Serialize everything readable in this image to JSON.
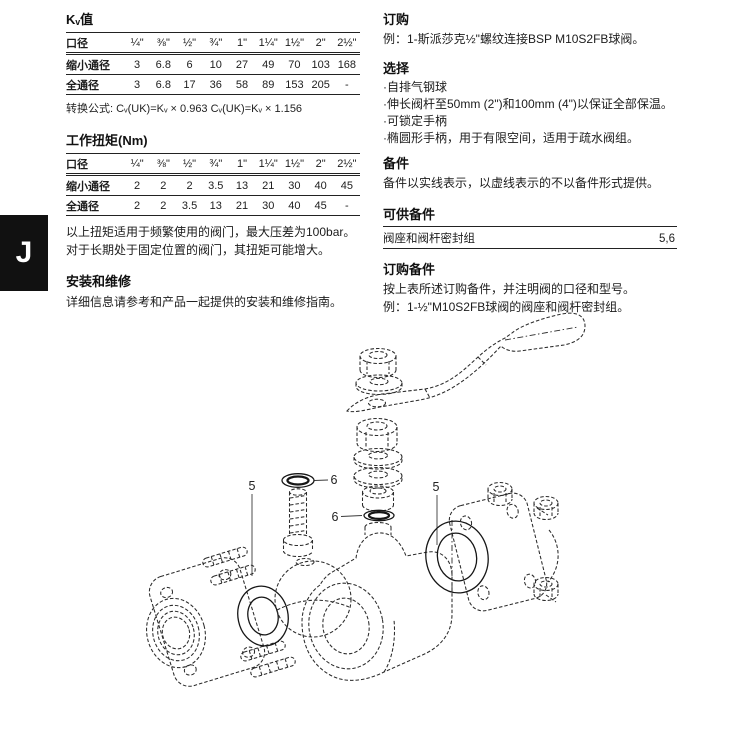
{
  "theme": {
    "page_bg": "#ffffff",
    "text": "#1c1c1c",
    "rule": "#222222",
    "tab_bg": "#111111",
    "tab_fg": "#ffffff"
  },
  "tab": {
    "letter": "J"
  },
  "left_column": {
    "kv_table": {
      "title": "Kᵥ值",
      "header_label": "口径",
      "sizes": [
        "¼\"",
        "⅜\"",
        "½\"",
        "¾\"",
        "1\"",
        "1¼\"",
        "1½\"",
        "2\"",
        "2½\""
      ],
      "rows": [
        {
          "label": "缩小通径",
          "values": [
            "3",
            "6.8",
            "6",
            "10",
            "27",
            "49",
            "70",
            "103",
            "168"
          ]
        },
        {
          "label": "全通径",
          "values": [
            "3",
            "6.8",
            "17",
            "36",
            "58",
            "89",
            "153",
            "205",
            "-"
          ]
        }
      ],
      "formula": "转换公式: Cᵥ(UK)=Kᵥ × 0.963   Cᵥ(UK)=Kᵥ × 1.156"
    },
    "torque_table": {
      "title": "工作扭矩(Nm)",
      "header_label": "口径",
      "sizes": [
        "¼\"",
        "⅜\"",
        "½\"",
        "¾\"",
        "1\"",
        "1¼\"",
        "1½\"",
        "2\"",
        "2½\""
      ],
      "rows": [
        {
          "label": "缩小通径",
          "values": [
            "2",
            "2",
            "2",
            "3.5",
            "13",
            "21",
            "30",
            "40",
            "45"
          ]
        },
        {
          "label": "全通径",
          "values": [
            "2",
            "2",
            "3.5",
            "13",
            "21",
            "30",
            "40",
            "45",
            "-"
          ]
        }
      ]
    },
    "torque_note_line1": "以上扭矩适用于频繁使用的阀门，最大压差为100bar。",
    "torque_note_line2": "对于长期处于固定位置的阀门，其扭矩可能增大。",
    "install_heading": "安装和维修",
    "install_text": "详细信息请参考和产品一起提供的安装和维修指南。"
  },
  "right_column": {
    "order": {
      "heading": "订购",
      "example": "例：1-斯派莎克½\"螺纹连接BSP M10S2FB球阀。"
    },
    "options": {
      "heading": "选择",
      "items": [
        "·自排气钢球",
        "·伸长阀杆至50mm (2\")和100mm (4\")以保证全部保温。",
        "·可锁定手柄",
        "·椭圆形手柄，用于有限空间，适用于疏水阀组。"
      ]
    },
    "spares": {
      "heading": "备件",
      "text": "备件以实线表示，以虚线表示的不以备件形式提供。"
    },
    "available_spares": {
      "heading": "可供备件",
      "rows": [
        {
          "item": "阀座和阀杆密封组",
          "ref": "5,6"
        }
      ]
    },
    "order_spares": {
      "heading": "订购备件",
      "line1": "按上表所述订购备件，并注明阀的口径和型号。",
      "line2": "例：1-½\"M10S2FB球阀的阀座和阀杆密封组。"
    }
  },
  "diagram": {
    "labels": [
      {
        "text": "5"
      },
      {
        "text": "6"
      },
      {
        "text": "6"
      },
      {
        "text": "5"
      }
    ]
  }
}
